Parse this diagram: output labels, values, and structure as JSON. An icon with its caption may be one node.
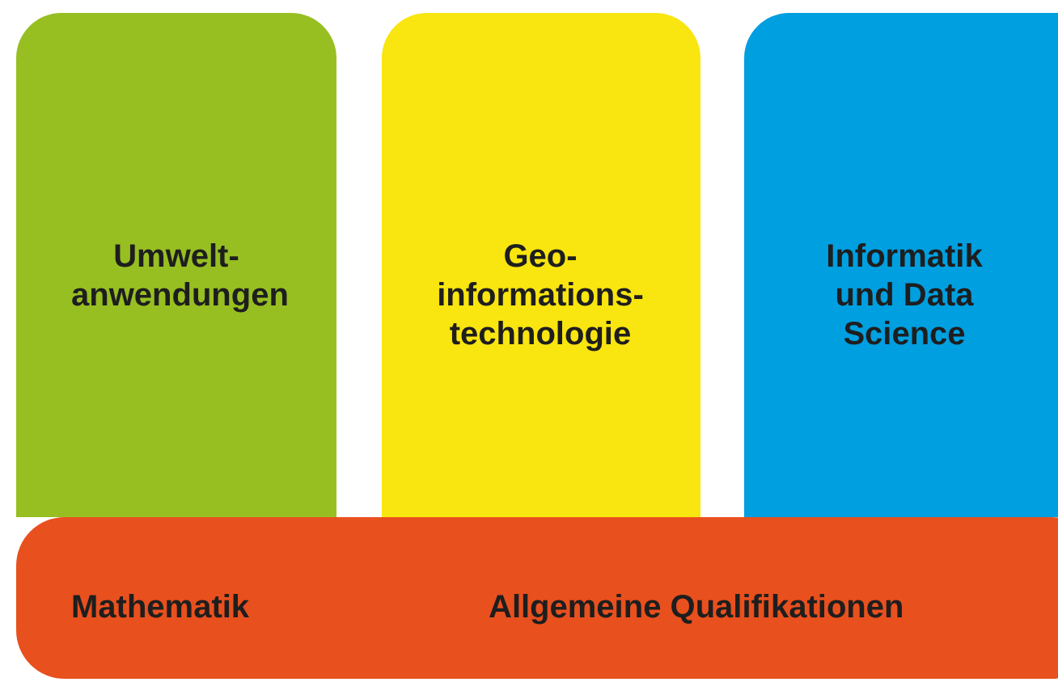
{
  "diagram": {
    "nodes": [
      {
        "text": [
          "Umwelt- anwendungen"
        ]
      },
      {
        "text": [
          "Geo- informations- technologie"
        ]
      },
      {
        "text": [
          "Informatik und Data Science"
        ]
      },
      {
        "text": [
          "Mathematik",
          "Allgemeine Qualifikationen"
        ]
      }
    ],
    "edges": []
  }
}
